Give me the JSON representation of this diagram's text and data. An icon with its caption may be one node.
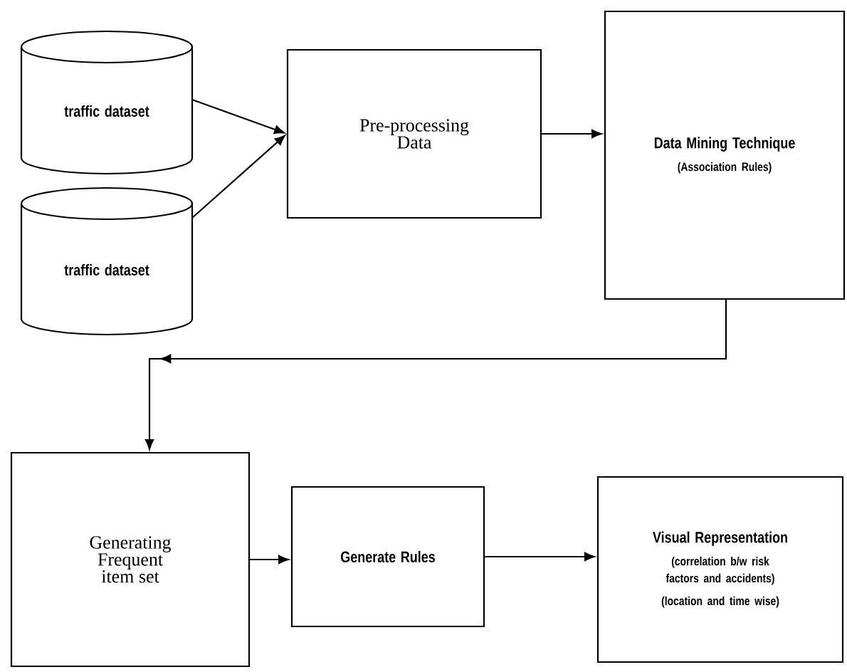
{
  "diagram": {
    "nodes": [
      {
        "text": [
          "traffic dataset"
        ]
      },
      {
        "text": [
          "traffic dataset"
        ]
      },
      {
        "text": [
          "Pre-processing Data"
        ]
      },
      {
        "text": [
          "Data Mining Technique",
          "(Association Rules)"
        ]
      },
      {
        "text": [
          "Generating Frequent item set"
        ]
      },
      {
        "text": [
          "Generate Rules"
        ]
      },
      {
        "text": [
          "Visual Representation",
          "(correlation b/w risk factors and accidents)",
          "(location and time wise)"
        ]
      }
    ],
    "edges": [
      {
        "from": 0,
        "to": 2,
        "arrow": "to"
      },
      {
        "from": 1,
        "to": 2,
        "arrow": "to"
      },
      {
        "from": 2,
        "to": 3,
        "arrow": "to"
      },
      {
        "from": 3,
        "to": 4,
        "arrow": "to"
      },
      {
        "from": 4,
        "to": 5,
        "arrow": "to"
      },
      {
        "from": 5,
        "to": 6,
        "arrow": "to"
      }
    ]
  }
}
